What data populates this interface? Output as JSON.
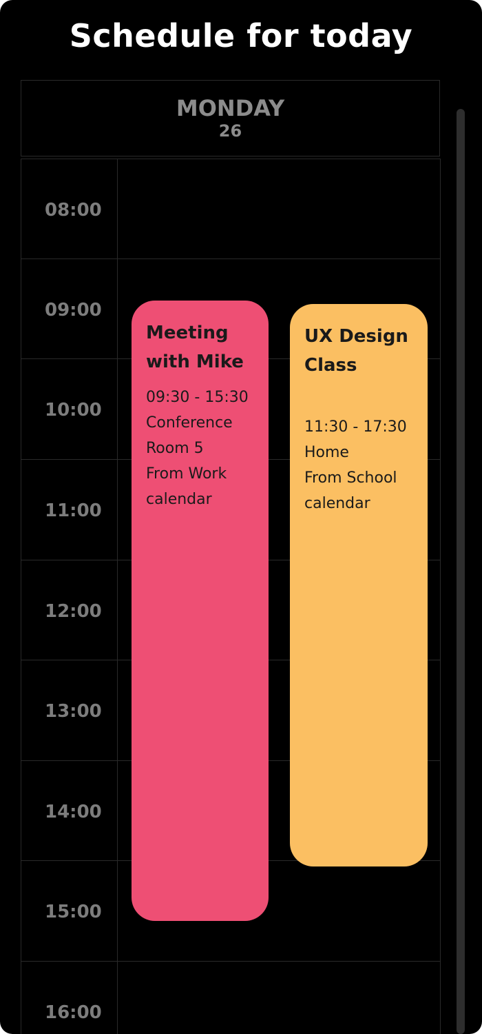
{
  "header": {
    "title": "Schedule for today"
  },
  "day": {
    "name": "MONDAY",
    "number": "26"
  },
  "time_slots": [
    "08:00",
    "09:00",
    "10:00",
    "11:00",
    "12:00",
    "13:00",
    "14:00",
    "15:00",
    "16:00"
  ],
  "events": [
    {
      "title_line1": "Meeting",
      "title_line2": "with Mike",
      "time": "09:30 - 15:30",
      "location_line1": "Conference",
      "location_line2": "Room 5",
      "calendar_line1": "From Work",
      "calendar_line2": "calendar",
      "color": "#ee4f74"
    },
    {
      "title_line1": "UX Design",
      "title_line2": "Class",
      "time": "11:30 - 17:30",
      "location_line1": "Home",
      "calendar_line1": "From School",
      "calendar_line2": "calendar",
      "color": "#fbbf62"
    }
  ],
  "colors": {
    "background": "#000000",
    "grid_line": "#2a2a2a",
    "muted_text": "#8c8c8c"
  }
}
